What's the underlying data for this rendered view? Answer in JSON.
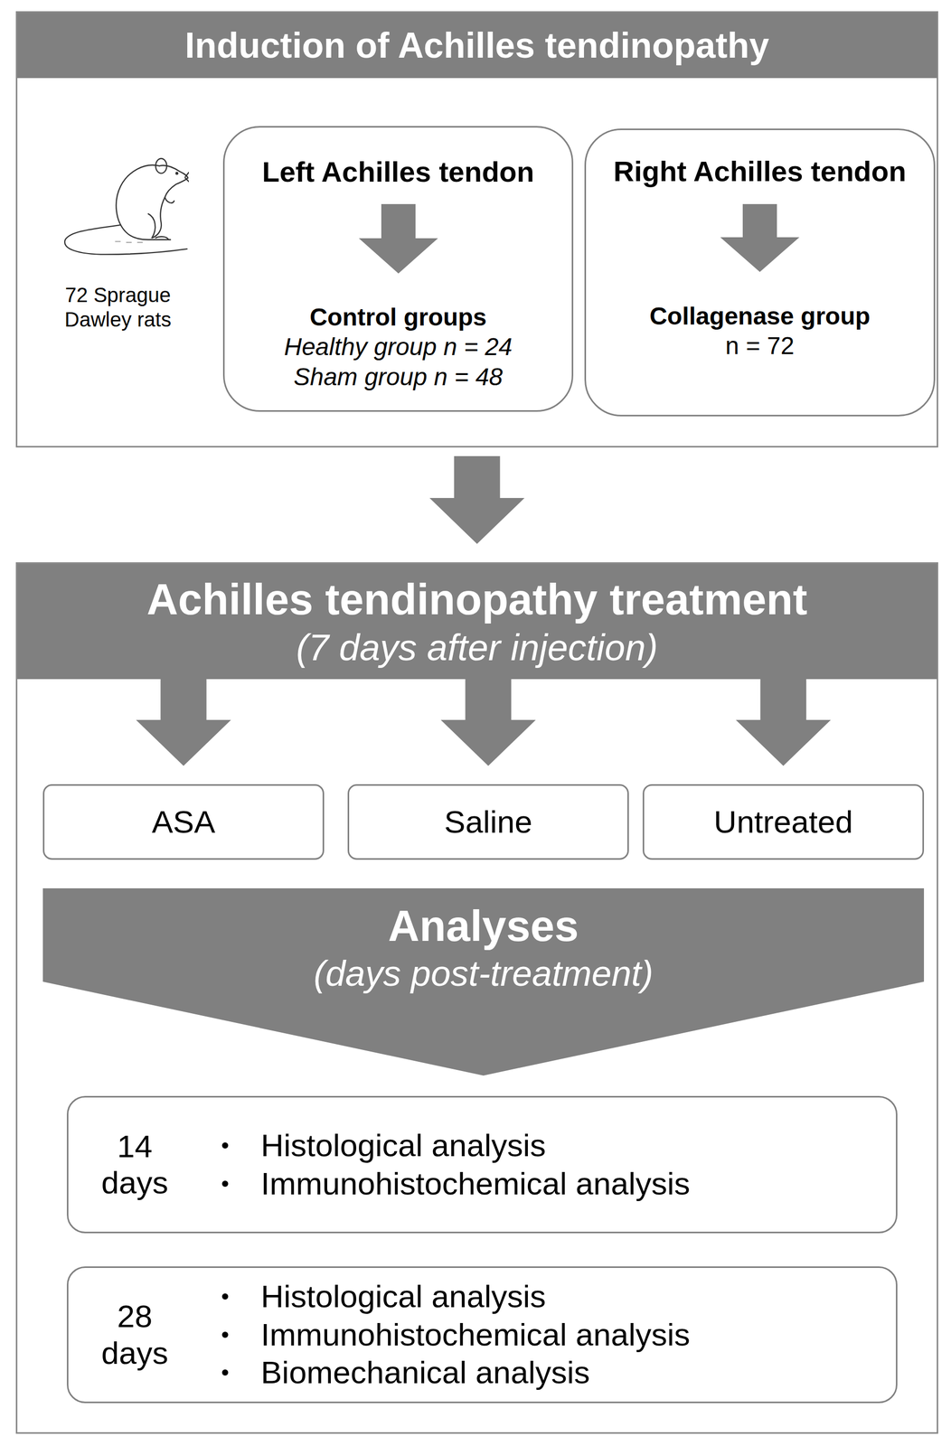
{
  "diagram": {
    "nodes": [
      {
        "text": [
          "Induction of Achilles tendinopathy",
          "72 Sprague Dawley rats"
        ]
      },
      {
        "text": [
          "Left Achilles tendon",
          "Control groups",
          "Healthy group n = 24",
          "Sham group n = 48"
        ],
        "in": 0
      },
      {
        "text": [
          "Right Achilles tendon",
          "Collagenase group",
          "n = 72"
        ],
        "in": 0
      },
      {
        "text": [
          "Achilles tendinopathy treatment",
          "(7 days after injection)"
        ]
      },
      {
        "text": [
          "ASA"
        ],
        "in": 3
      },
      {
        "text": [
          "Saline"
        ],
        "in": 3
      },
      {
        "text": [
          "Untreated"
        ],
        "in": 3
      },
      {
        "text": [
          "Analyses",
          "(days post-treatment)"
        ],
        "in": 3
      },
      {
        "text": [
          "14 days",
          "Histological analysis",
          "Immunohistochemical analysis"
        ],
        "in": 3
      },
      {
        "text": [
          "28 days",
          "Histological analysis",
          "Immunohistochemical analysis",
          "Biomechanical analysis"
        ],
        "in": 3
      }
    ],
    "edges": [
      {
        "from": 0,
        "to": 3,
        "arrow": "to"
      },
      {
        "from": 3,
        "to": 4,
        "arrow": "to"
      },
      {
        "from": 3,
        "to": 5,
        "arrow": "to"
      },
      {
        "from": 3,
        "to": 6,
        "arrow": "to"
      }
    ]
  }
}
